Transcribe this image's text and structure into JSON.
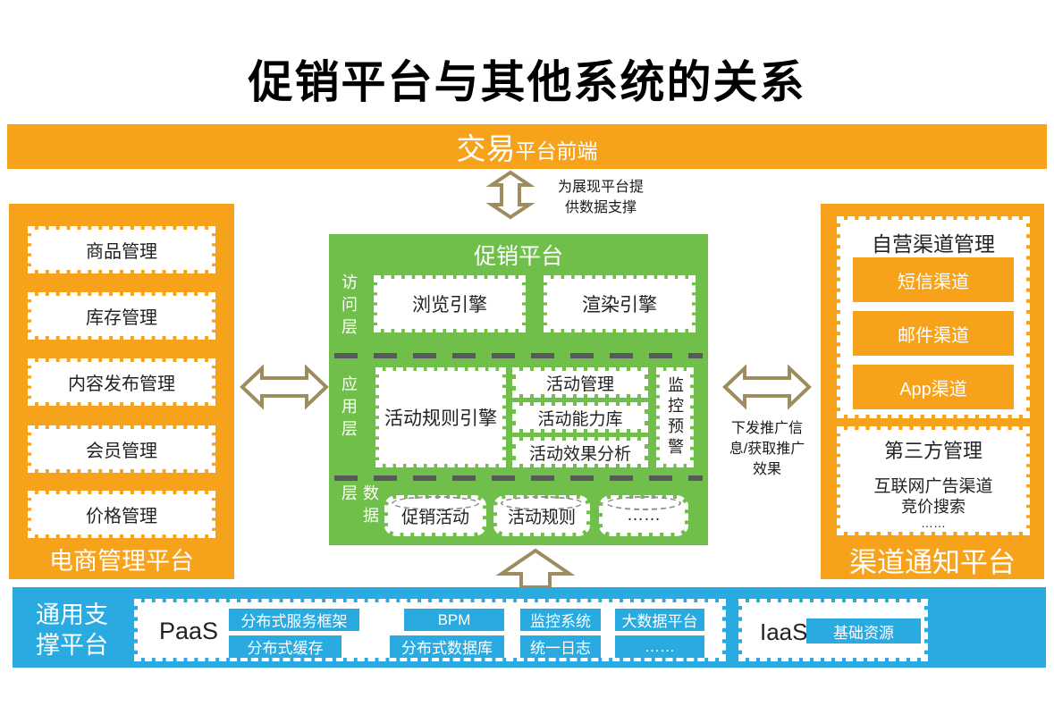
{
  "page": {
    "title": "促销平台与其他系统的关系"
  },
  "top_banner": {
    "title_big": "交易",
    "title_small": "平台前端"
  },
  "annotations": {
    "top_note_line1": "为展现平台提",
    "top_note_line2": "供数据支撑",
    "right_note_line1": "下发推广信",
    "right_note_line2": "息/获取推广",
    "right_note_line3": "效果"
  },
  "left_panel": {
    "label": "电商管理平台",
    "items": [
      "商品管理",
      "库存管理",
      "内容发布管理",
      "会员管理",
      "价格管理"
    ]
  },
  "promo_platform": {
    "title": "促销平台",
    "access_layer": {
      "label": "访问层",
      "items": [
        "浏览引擎",
        "渲染引擎"
      ]
    },
    "app_layer": {
      "label": "应用层",
      "rule_engine": "活动规则引擎",
      "stack": [
        "活动管理",
        "活动能力库",
        "活动效果分析"
      ],
      "monitor": "监控预警"
    },
    "data_layer": {
      "label": "数据层",
      "items": [
        "促销活动",
        "活动规则",
        "……"
      ]
    }
  },
  "right_panel": {
    "label": "渠道通知平台",
    "self_channels": {
      "title": "自营渠道管理",
      "items": [
        "短信渠道",
        "邮件渠道",
        "App渠道"
      ]
    },
    "third_party": {
      "title": "第三方管理",
      "lines": [
        "互联网广告渠道",
        "竞价搜索",
        "……"
      ]
    }
  },
  "support_platform": {
    "label_line1": "通用支",
    "label_line2": "撑平台",
    "paas": {
      "title": "PaaS",
      "row1": [
        "分布式服务框架",
        "BPM",
        "监控系统",
        "大数据平台"
      ],
      "row2": [
        "分布式缓存",
        "分布式数据库",
        "统一日志",
        "……"
      ]
    },
    "iaas": {
      "title": "IaaS",
      "chip": "基础资源"
    }
  },
  "colors": {
    "orange": "#F7A21B",
    "green": "#70BF4B",
    "blue": "#29ABE2",
    "arrow_outline": "#9C8C5E"
  }
}
